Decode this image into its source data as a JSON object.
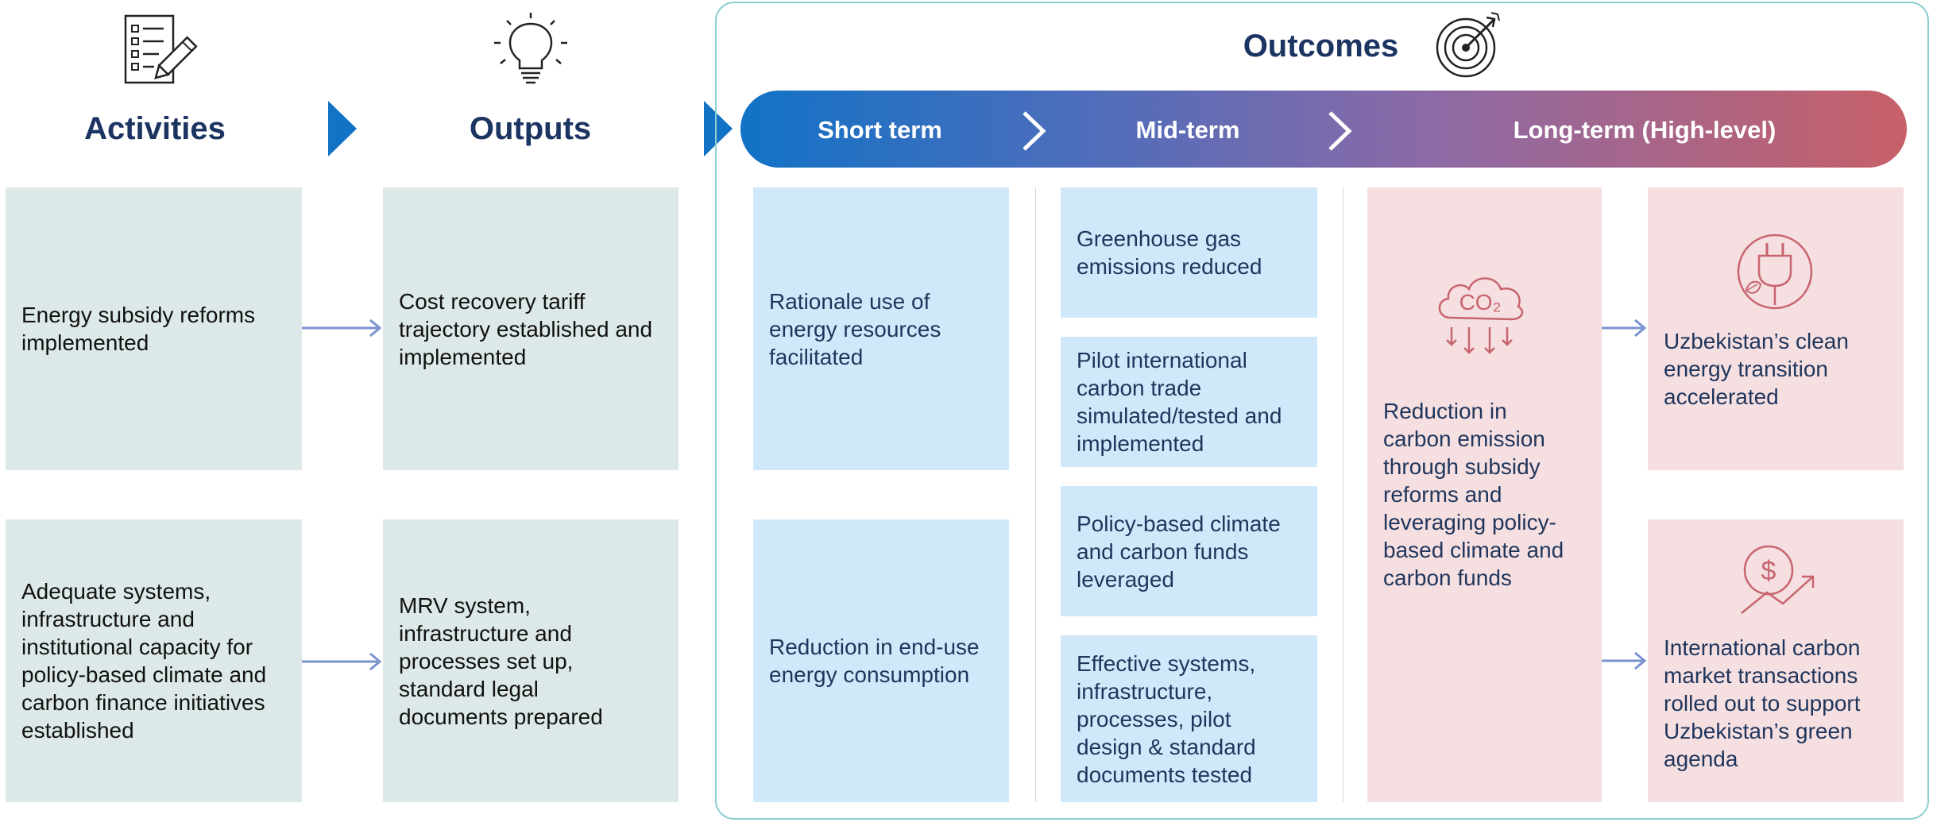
{
  "headers": {
    "activities": "Activities",
    "outputs": "Outputs",
    "outcomes": "Outcomes"
  },
  "band": {
    "short_term": "Short term",
    "mid_term": "Mid-term",
    "long_term": "Long-term (High-level)"
  },
  "activities": [
    "Energy subsidy reforms\nimplemented",
    "Adequate systems,\ninfrastructure and\ninstitutional capacity for\npolicy-based climate and\ncarbon finance initiatives\nestablished"
  ],
  "outputs": [
    "Cost recovery tariff\ntrajectory established and\nimplemented",
    "MRV system,\ninfrastructure and\nprocesses set up,\nstandard legal\ndocuments prepared"
  ],
  "short_term": [
    "Rationale use of\nenergy resources\nfacilitated",
    "Reduction in end-use\nenergy consumption"
  ],
  "mid_term": [
    "Greenhouse gas\nemissions reduced",
    "Pilot international\ncarbon trade\nsimulated/tested and\nimplemented",
    "Policy-based climate\nand carbon funds\nleveraged",
    "Effective systems,\ninfrastructure,\nprocesses, pilot\ndesign & standard\ndocuments tested"
  ],
  "long_term": {
    "main": "Reduction in\ncarbon emission\nthrough subsidy\nreforms and\nleveraging policy-\nbased climate and\ncarbon funds",
    "co2_label": "CO₂",
    "results": [
      "Uzbekistan’s clean\nenergy transition\naccelerated",
      "International carbon\nmarket transactions\nrolled out to support\nUzbekistan’s green\nagenda"
    ]
  },
  "icons": {
    "activities": "checklist-pencil-icon",
    "outputs": "lightbulb-icon",
    "outcomes": "target-dart-icon",
    "co2": "co2-cloud-icon",
    "plug": "plug-leaf-icon",
    "finance": "dollar-growth-icon"
  },
  "colors": {
    "heading": "#1c3461",
    "activity_box": "#dde9e8",
    "short_mid_box": "#d0e9fa",
    "long_box": "#f5dfe1",
    "arrow": "#7a93cf",
    "chevron": "#1172c6",
    "band_start": "#1172c6",
    "band_end": "#c76068",
    "long_icon": "#c8646d"
  }
}
